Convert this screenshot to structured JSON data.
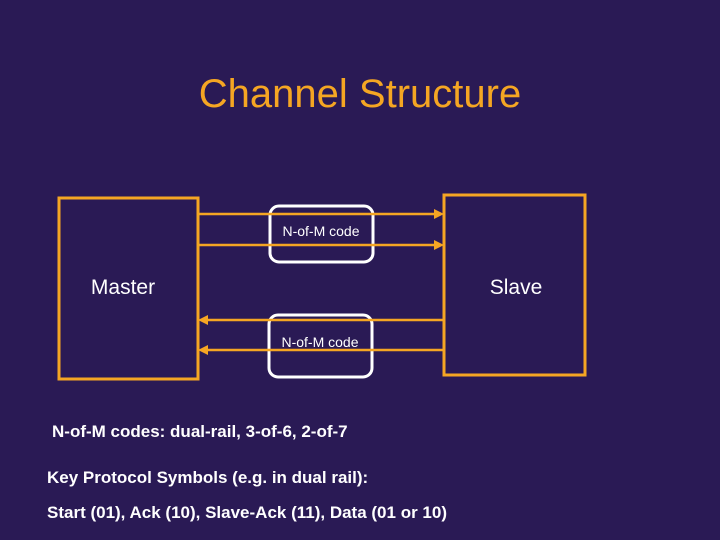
{
  "slide": {
    "title": "Channel Structure"
  },
  "diagram": {
    "master_label": "Master",
    "slave_label": "Slave",
    "channels": [
      {
        "label": "N-of-M code",
        "direction": "master-to-slave"
      },
      {
        "label": "N-of-M code",
        "direction": "slave-to-master"
      }
    ]
  },
  "bullets": [
    "N-of-M codes: dual-rail, 3-of-6, 2-of-7",
    "Key Protocol Symbols (e.g. in dual rail):",
    "Start (01), Ack (10), Slave-Ack (11), Data (01 or 10)"
  ],
  "colors": {
    "background": "#2a1a55",
    "accent": "#f5a623",
    "text": "#ffffff"
  }
}
